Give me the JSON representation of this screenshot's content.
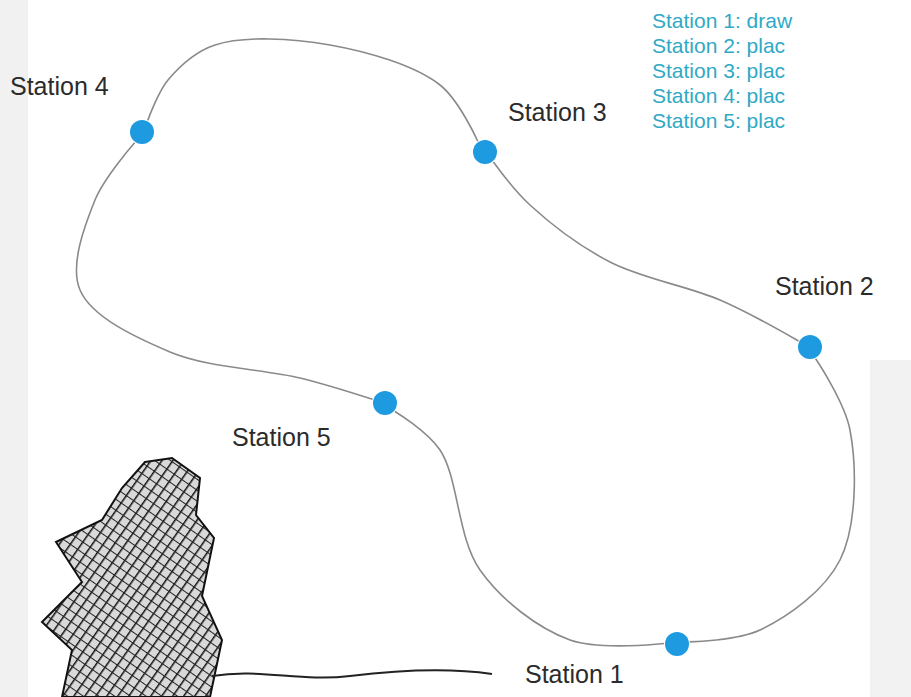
{
  "diagram": {
    "nodes": [
      {
        "text": [
          "Station 1"
        ]
      },
      {
        "text": [
          "Station 2"
        ]
      },
      {
        "text": [
          "Station 3"
        ]
      },
      {
        "text": [
          "Station 4"
        ]
      },
      {
        "text": [
          "Station 5"
        ]
      }
    ],
    "edges": [
      {
        "from": 0,
        "to": 1,
        "arrow": "none"
      },
      {
        "from": 1,
        "to": 2,
        "arrow": "none"
      },
      {
        "from": 2,
        "to": 3,
        "arrow": "none"
      },
      {
        "from": 3,
        "to": 4,
        "arrow": "none"
      },
      {
        "from": 4,
        "to": 0,
        "arrow": "none"
      }
    ],
    "labels": [
      "Station 1: draw",
      "Station 2: plac",
      "Station 3: plac",
      "Station 4: plac",
      "Station 5: plac"
    ]
  }
}
